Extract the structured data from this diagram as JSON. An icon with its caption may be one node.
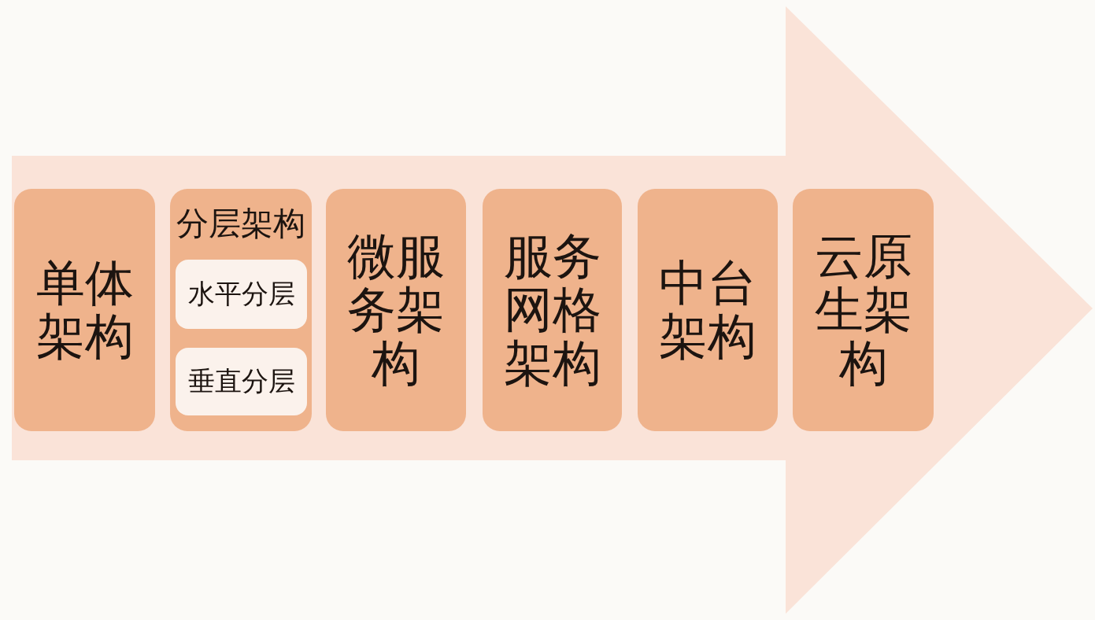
{
  "diagram": {
    "nodes": [
      {
        "text": [],
        "shape": "arrow"
      },
      {
        "text": [
          "单体架构"
        ],
        "in": 0
      },
      {
        "text": [
          "分层架构"
        ],
        "in": 0
      },
      {
        "text": [
          "水平分层"
        ],
        "in": 2
      },
      {
        "text": [
          "垂直分层"
        ],
        "in": 2
      },
      {
        "text": [
          "微服务架构"
        ],
        "in": 0
      },
      {
        "text": [
          "服务网格架构"
        ],
        "in": 0
      },
      {
        "text": [
          "中台架构"
        ],
        "in": 0
      },
      {
        "text": [
          "云原生架构"
        ],
        "in": 0
      }
    ]
  }
}
